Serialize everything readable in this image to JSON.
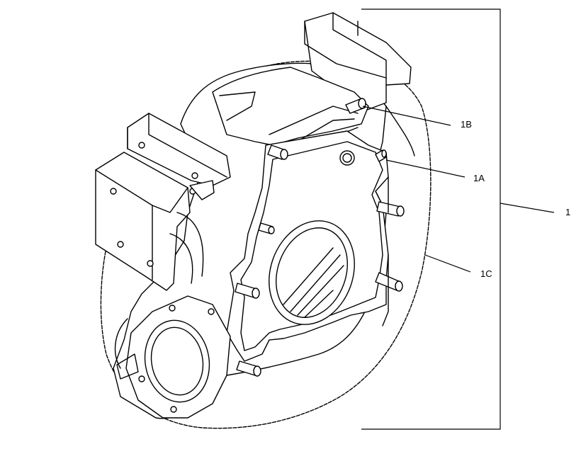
{
  "callouts": {
    "c1": "1",
    "c1A": "1A",
    "c1B": "1B",
    "c1C": "1C"
  },
  "colors": {
    "line": "#000000",
    "background": "#ffffff"
  }
}
